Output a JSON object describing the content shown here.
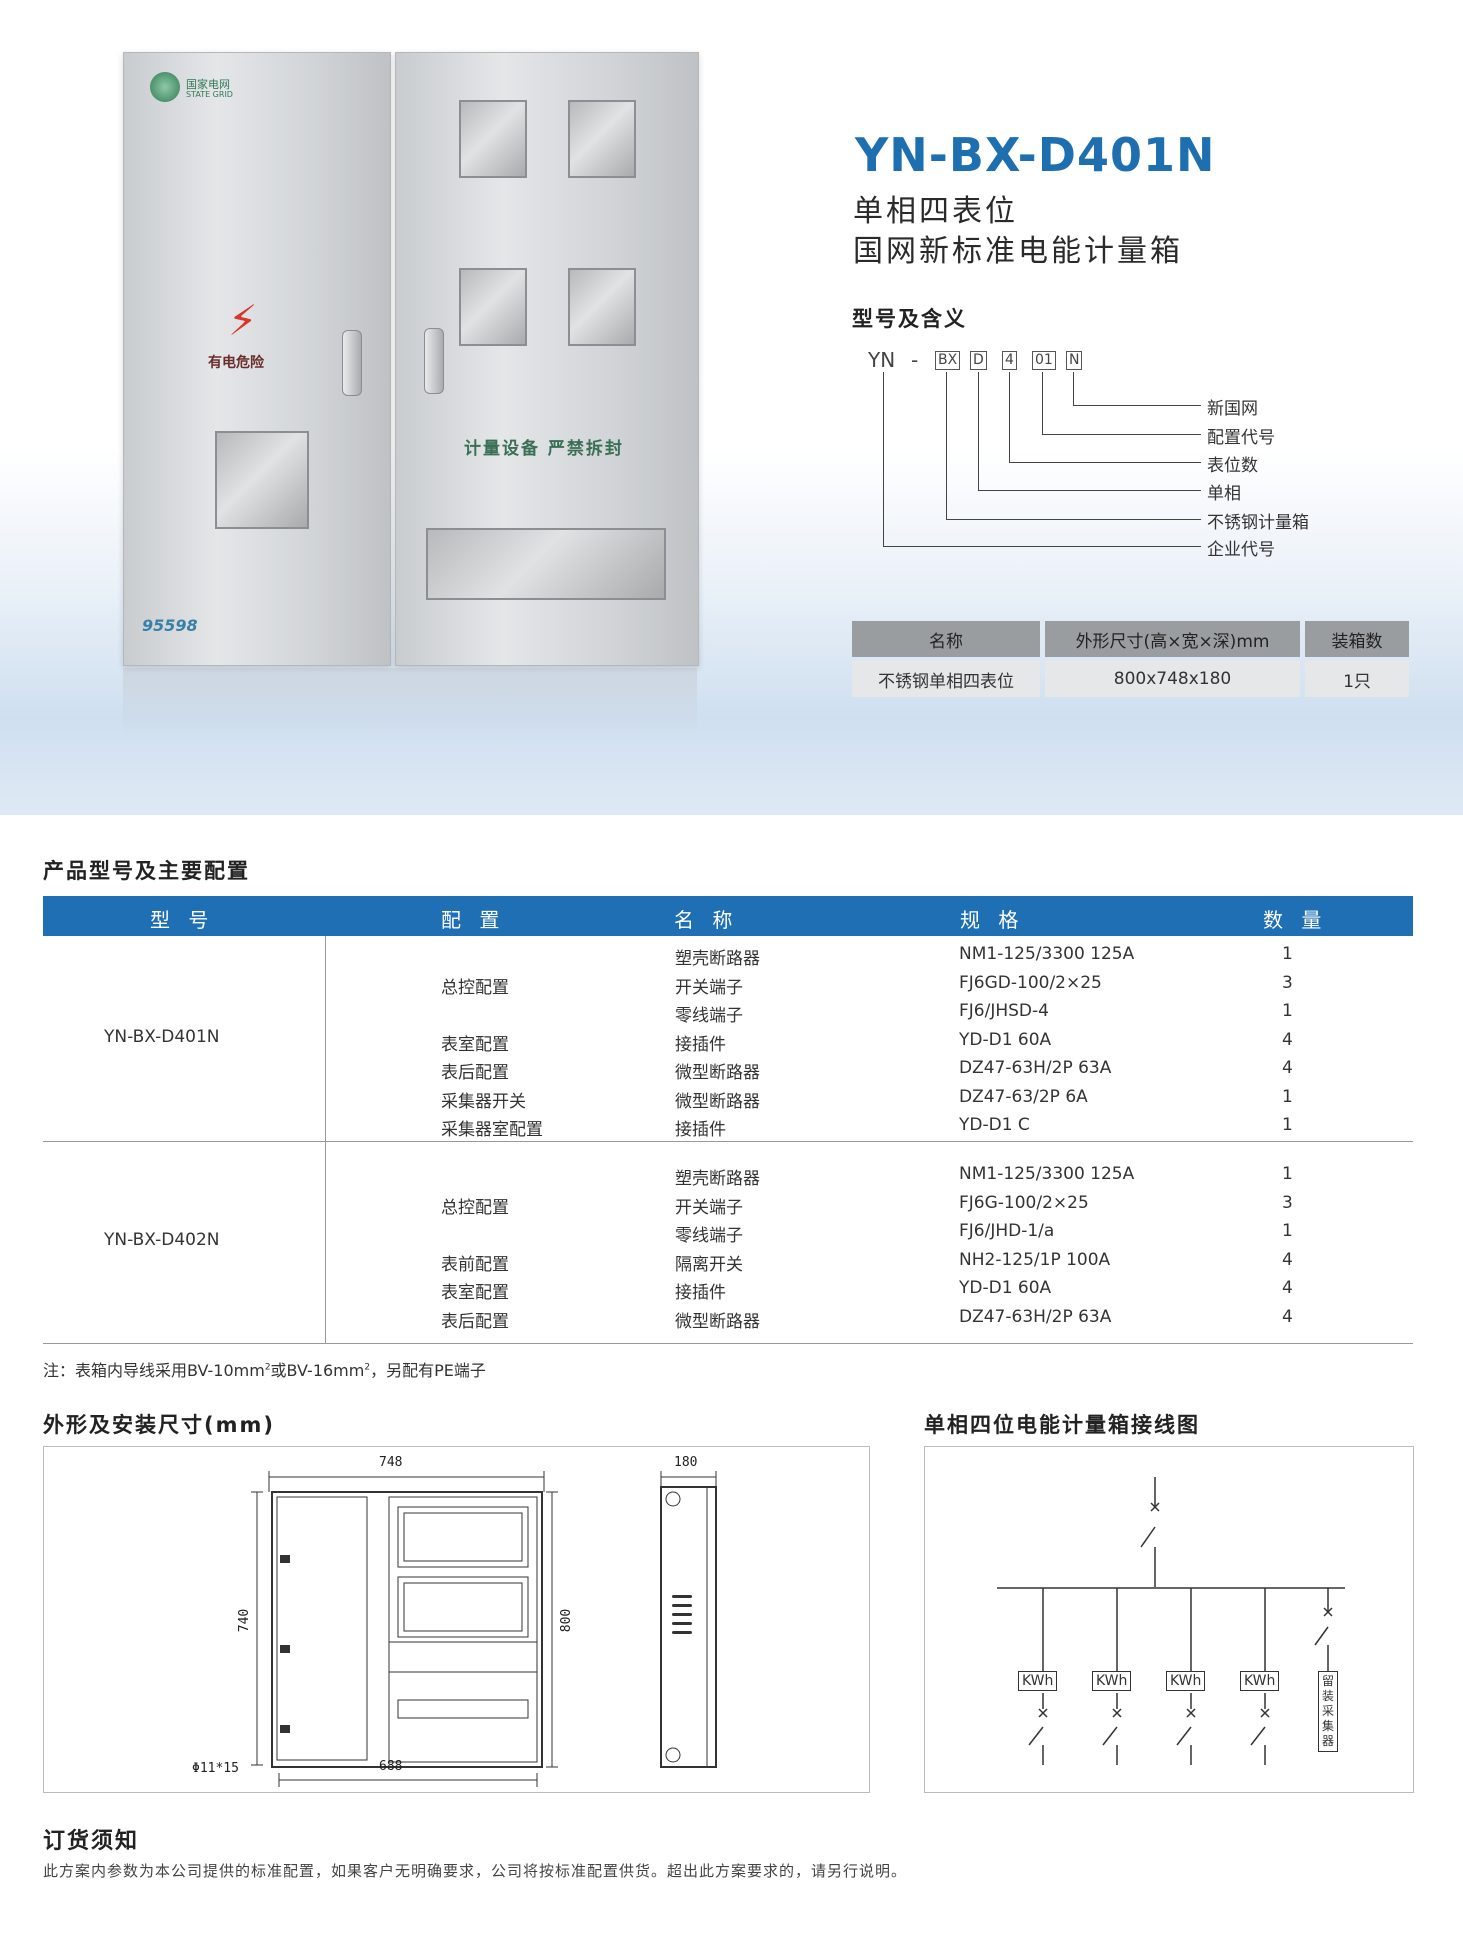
{
  "product": {
    "model": "YN-BX-D401N",
    "subtitle_1": "单相四表位",
    "subtitle_2": "国网新标准电能计量箱",
    "photo": {
      "logo_cn": "国家电网",
      "logo_en": "STATE GRID",
      "warning": "有电危险",
      "seal": "计量设备 严禁拆封",
      "hotline": "95598"
    }
  },
  "model_meaning": {
    "heading": "型号及含义",
    "code": [
      "YN",
      "-",
      "BX",
      "D",
      "4",
      "01",
      "N"
    ],
    "meanings": [
      "新国网",
      "配置代号",
      "表位数",
      "单相",
      "不锈钢计量箱",
      "企业代号"
    ]
  },
  "spec_table": {
    "headers": [
      "名称",
      "外形尺寸(高×宽×深)mm",
      "装箱数"
    ],
    "row": [
      "不锈钢单相四表位",
      "800x748x180",
      "1只"
    ]
  },
  "config": {
    "heading": "产品型号及主要配置",
    "headers": [
      "型 号",
      "配 置",
      "名 称",
      "规 格",
      "数 量"
    ],
    "groups": [
      {
        "model": "YN-BX-D401N",
        "rows": [
          {
            "cfg": "",
            "name": "塑壳断路器",
            "spec": "NM1-125/3300 125A",
            "qty": "1"
          },
          {
            "cfg": "总控配置",
            "name": "开关端子",
            "spec": "FJ6GD-100/2×25",
            "qty": "3"
          },
          {
            "cfg": "",
            "name": "零线端子",
            "spec": "FJ6/JHSD-4",
            "qty": "1"
          },
          {
            "cfg": "表室配置",
            "name": "接插件",
            "spec": "YD-D1 60A",
            "qty": "4"
          },
          {
            "cfg": "表后配置",
            "name": "微型断路器",
            "spec": "DZ47-63H/2P 63A",
            "qty": "4"
          },
          {
            "cfg": "采集器开关",
            "name": "微型断路器",
            "spec": "DZ47-63/2P 6A",
            "qty": "1"
          },
          {
            "cfg": "采集器室配置",
            "name": "接插件",
            "spec": "YD-D1 C",
            "qty": "1"
          }
        ]
      },
      {
        "model": "YN-BX-D402N",
        "rows": [
          {
            "cfg": "",
            "name": "塑壳断路器",
            "spec": "NM1-125/3300 125A",
            "qty": "1"
          },
          {
            "cfg": "总控配置",
            "name": "开关端子",
            "spec": "FJ6G-100/2×25",
            "qty": "3"
          },
          {
            "cfg": "",
            "name": "零线端子",
            "spec": "FJ6/JHD-1/a",
            "qty": "1"
          },
          {
            "cfg": "表前配置",
            "name": "隔离开关",
            "spec": "NH2-125/1P 100A",
            "qty": "4"
          },
          {
            "cfg": "表室配置",
            "name": "接插件",
            "spec": "YD-D1 60A",
            "qty": "4"
          },
          {
            "cfg": "表后配置",
            "name": "微型断路器",
            "spec": "DZ47-63H/2P 63A",
            "qty": "4"
          }
        ]
      }
    ],
    "note_pre": "注：表箱内导线采用BV-10mm",
    "note_mid": "或BV-16mm",
    "note_post": "，另配有PE端子",
    "note_sup": "2"
  },
  "dimensions": {
    "heading": "外形及安装尺寸(mm)",
    "width": "748",
    "height": "800",
    "inner_height": "740",
    "inner_width": "688",
    "depth": "180",
    "hole": "Φ11*15"
  },
  "wiring": {
    "heading": "单相四位电能计量箱接线图",
    "meter_label": "KWh",
    "collector_label": "留装采集器"
  },
  "ordering": {
    "heading": "订货须知",
    "text": "此方案内参数为本公司提供的标准配置，如果客户无明确要求，公司将按标准配置供货。超出此方案要求的，请另行说明。"
  }
}
